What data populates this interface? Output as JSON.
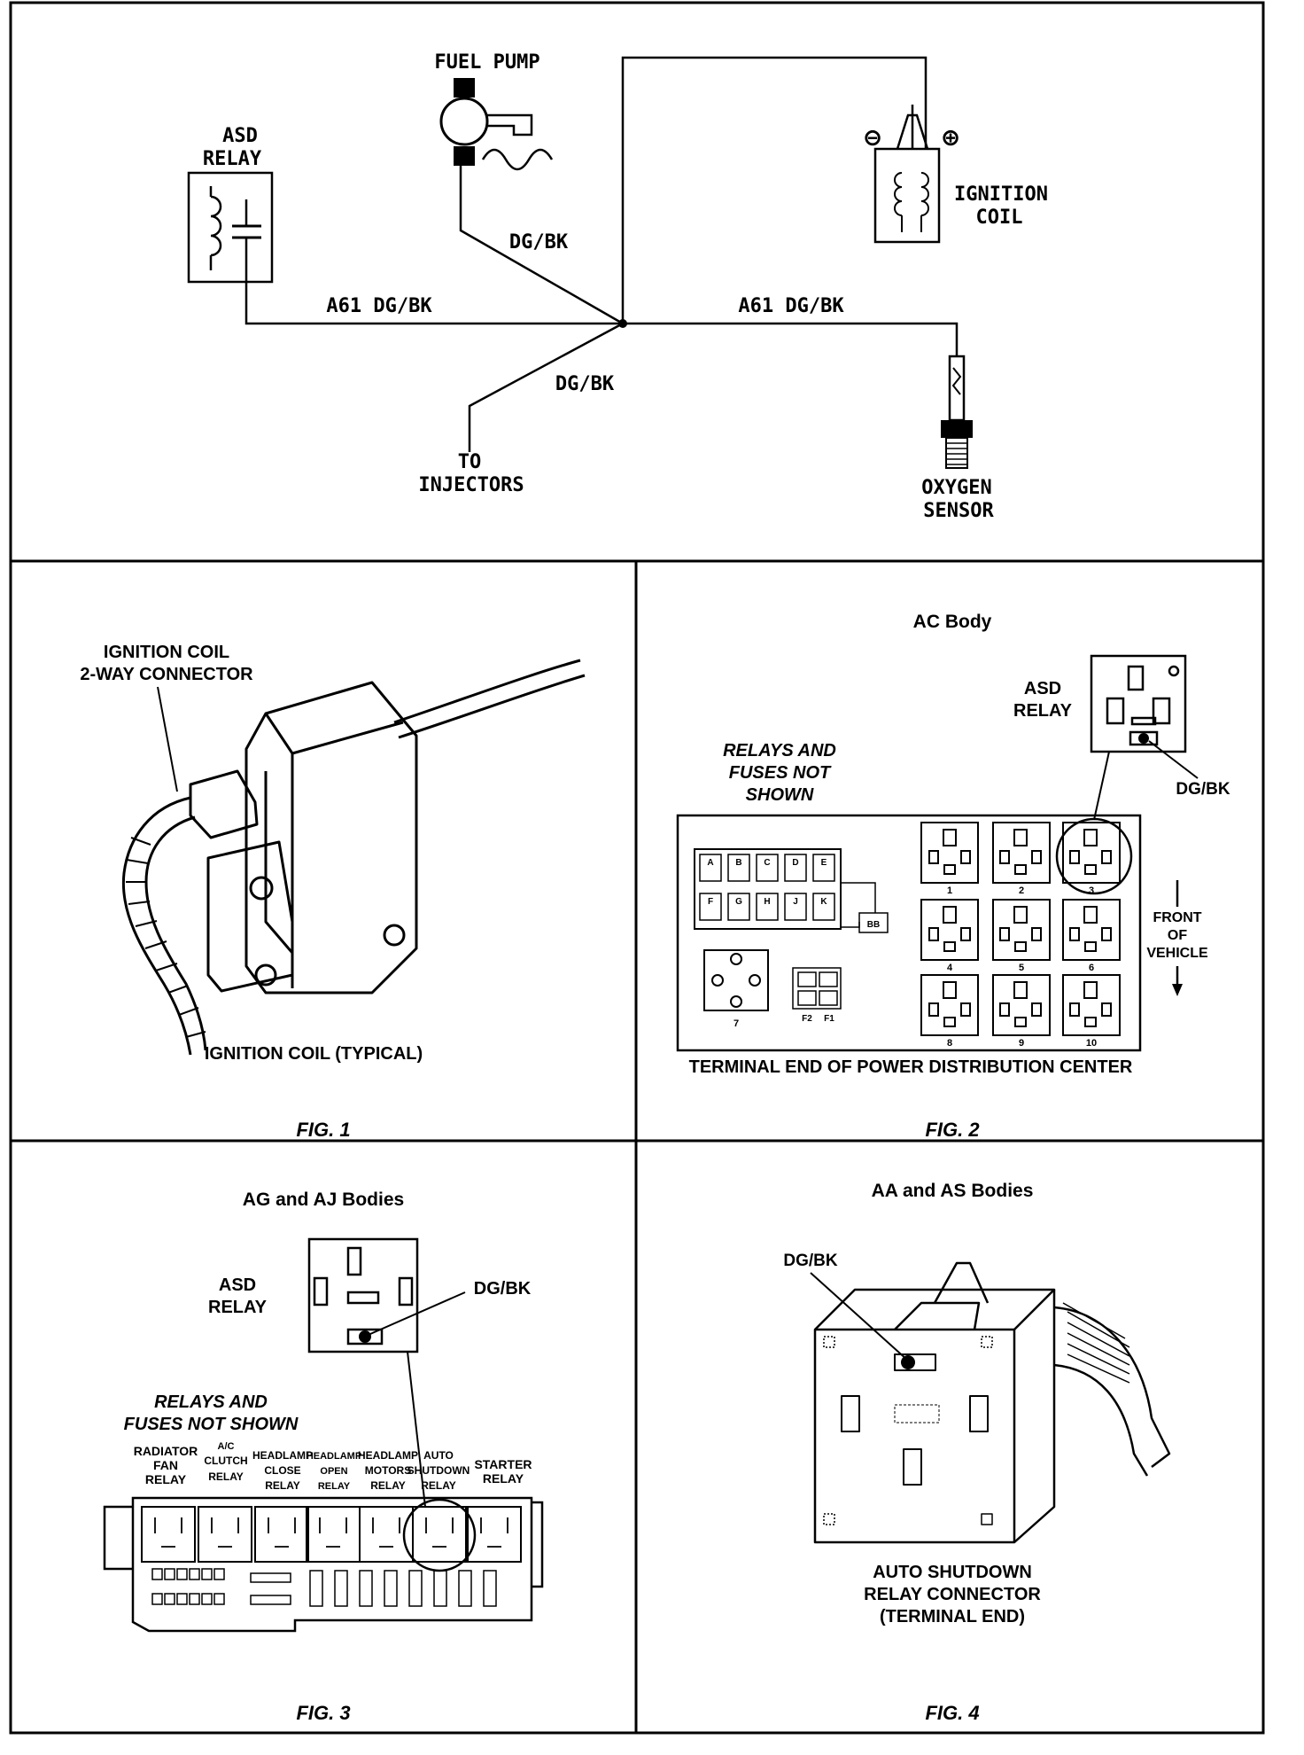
{
  "wiring": {
    "fuel_pump": "FUEL PUMP",
    "asd_relay_1": "ASD",
    "asd_relay_2": "RELAY",
    "ignition_coil_1": "IGNITION",
    "ignition_coil_2": "COIL",
    "wire_fuel_pump": "DG/BK",
    "wire_left": "A61 DG/BK",
    "wire_right": "A61 DG/BK",
    "wire_injectors": "DG/BK",
    "injectors_1": "TO",
    "injectors_2": "INJECTORS",
    "oxygen_1": "OXYGEN",
    "oxygen_2": "SENSOR",
    "minus_symbol": "⊖",
    "plus_symbol": "⊕"
  },
  "fig1": {
    "connector_label_1": "IGNITION COIL",
    "connector_label_2": "2-WAY CONNECTOR",
    "caption": "IGNITION COIL (TYPICAL)",
    "fig_label": "FIG. 1"
  },
  "fig2": {
    "title": "AC Body",
    "asd_1": "ASD",
    "asd_2": "RELAY",
    "wire": "DG/BK",
    "note_1": "RELAYS AND",
    "note_2": "FUSES NOT",
    "note_3": "SHOWN",
    "front_1": "FRONT",
    "front_2": "OF",
    "front_3": "VEHICLE",
    "caption": "TERMINAL END OF POWER DISTRIBUTION CENTER",
    "fig_label": "FIG. 2",
    "fuse_top": [
      "A",
      "B",
      "C",
      "D",
      "E"
    ],
    "fuse_bottom": [
      "F",
      "G",
      "H",
      "J",
      "K"
    ],
    "fuse_extra": "BB",
    "relay_numbers": [
      "1",
      "2",
      "3",
      "4",
      "5",
      "6",
      "7",
      "8",
      "9",
      "10"
    ],
    "f_labels": [
      "F2",
      "F1"
    ]
  },
  "fig3": {
    "title": "AG and AJ Bodies",
    "asd_1": "ASD",
    "asd_2": "RELAY",
    "wire": "DG/BK",
    "note_1": "RELAYS AND",
    "note_2": "FUSES NOT SHOWN",
    "relays": [
      {
        "l1": "RADIATOR",
        "l2": "FAN",
        "l3": "RELAY"
      },
      {
        "l1": "A/C",
        "l2": "CLUTCH",
        "l3": "RELAY"
      },
      {
        "l1": "HEADLAMP",
        "l2": "CLOSE",
        "l3": "RELAY"
      },
      {
        "l1": "HEADLAMP",
        "l2": "OPEN",
        "l3": "RELAY"
      },
      {
        "l1": "HEADLAMP",
        "l2": "MOTORS",
        "l3": "RELAY"
      },
      {
        "l1": "AUTO",
        "l2": "SHUTDOWN",
        "l3": "RELAY"
      },
      {
        "l1": "STARTER",
        "l2": "RELAY",
        "l3": ""
      }
    ],
    "fig_label": "FIG. 3"
  },
  "fig4": {
    "title": "AA and AS Bodies",
    "wire": "DG/BK",
    "caption_1": "AUTO SHUTDOWN",
    "caption_2": "RELAY CONNECTOR",
    "caption_3": "(TERMINAL END)",
    "fig_label": "FIG. 4"
  }
}
